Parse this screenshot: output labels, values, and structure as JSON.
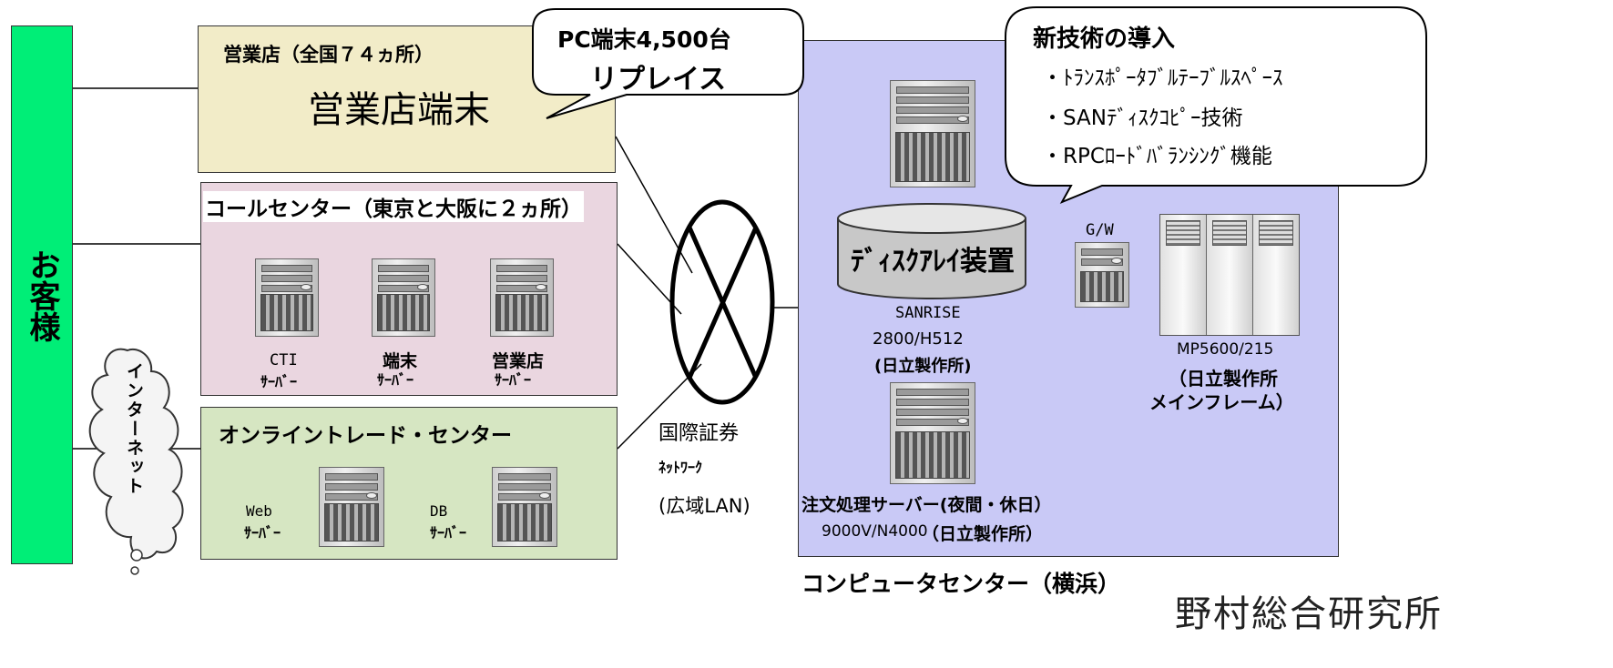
{
  "customer": {
    "label": "お客様",
    "color": "#00ee77"
  },
  "internet": {
    "label": "インターネット"
  },
  "sales_branch": {
    "title": "営業店（全国７４ヵ所）",
    "terminal": "営業店端末",
    "bg": "#f2ecc8"
  },
  "call_center": {
    "title": "コールセンター（東京と大阪に２ヵ所）",
    "bg": "#ead6e0",
    "servers": [
      {
        "name": "CTI",
        "role": "ｻｰﾊﾞｰ"
      },
      {
        "name": "端末",
        "role": "ｻｰﾊﾞｰ"
      },
      {
        "name": "営業店",
        "role": "ｻｰﾊﾞｰ"
      }
    ]
  },
  "online_trade": {
    "title": "オンライントレード・センター",
    "bg": "#d6e6c2",
    "servers": [
      {
        "name": "Web",
        "role": "ｻｰﾊﾞｰ"
      },
      {
        "name": "DB",
        "role": "ｻｰﾊﾞｰ"
      }
    ]
  },
  "network": {
    "line1": "国際証券",
    "line2": "ﾈｯﾄﾜｰｸ",
    "line3": "(広域LAN)"
  },
  "pc_callout": {
    "line1": "PC端末4,500台",
    "line2": "リプレイス"
  },
  "tech_callout": {
    "title": "新技術の導入",
    "items": [
      "・ﾄﾗﾝｽﾎﾟｰﾀﾌﾞﾙﾃｰﾌﾞﾙｽﾍﾟｰｽ",
      "・SANﾃﾞｨｽｸｺﾋﾟｰ技術",
      "・RPCﾛｰﾄﾞﾊﾞﾗﾝｼﾝｸﾞ機能"
    ]
  },
  "computer_center": {
    "bg": "#c9c9f6",
    "title": "コンピュータセンター（横浜）",
    "disk_array": "ﾃﾞｨｽｸｱﾚｲ装置",
    "storage_model_1": "SANRISE",
    "storage_model_2": "2800/H512",
    "storage_maker": "(日立製作所)",
    "gateway": "G/W",
    "mainframe_model": "MP5600/215",
    "mainframe_maker": "（日立製作所",
    "mainframe_type": "メインフレーム）",
    "order_server": "注文処理サーバー(夜間・休日）",
    "order_server_model": "9000V/N4000",
    "order_server_maker": "（日立製作所）"
  },
  "footer_logo": "野村総合研究所"
}
